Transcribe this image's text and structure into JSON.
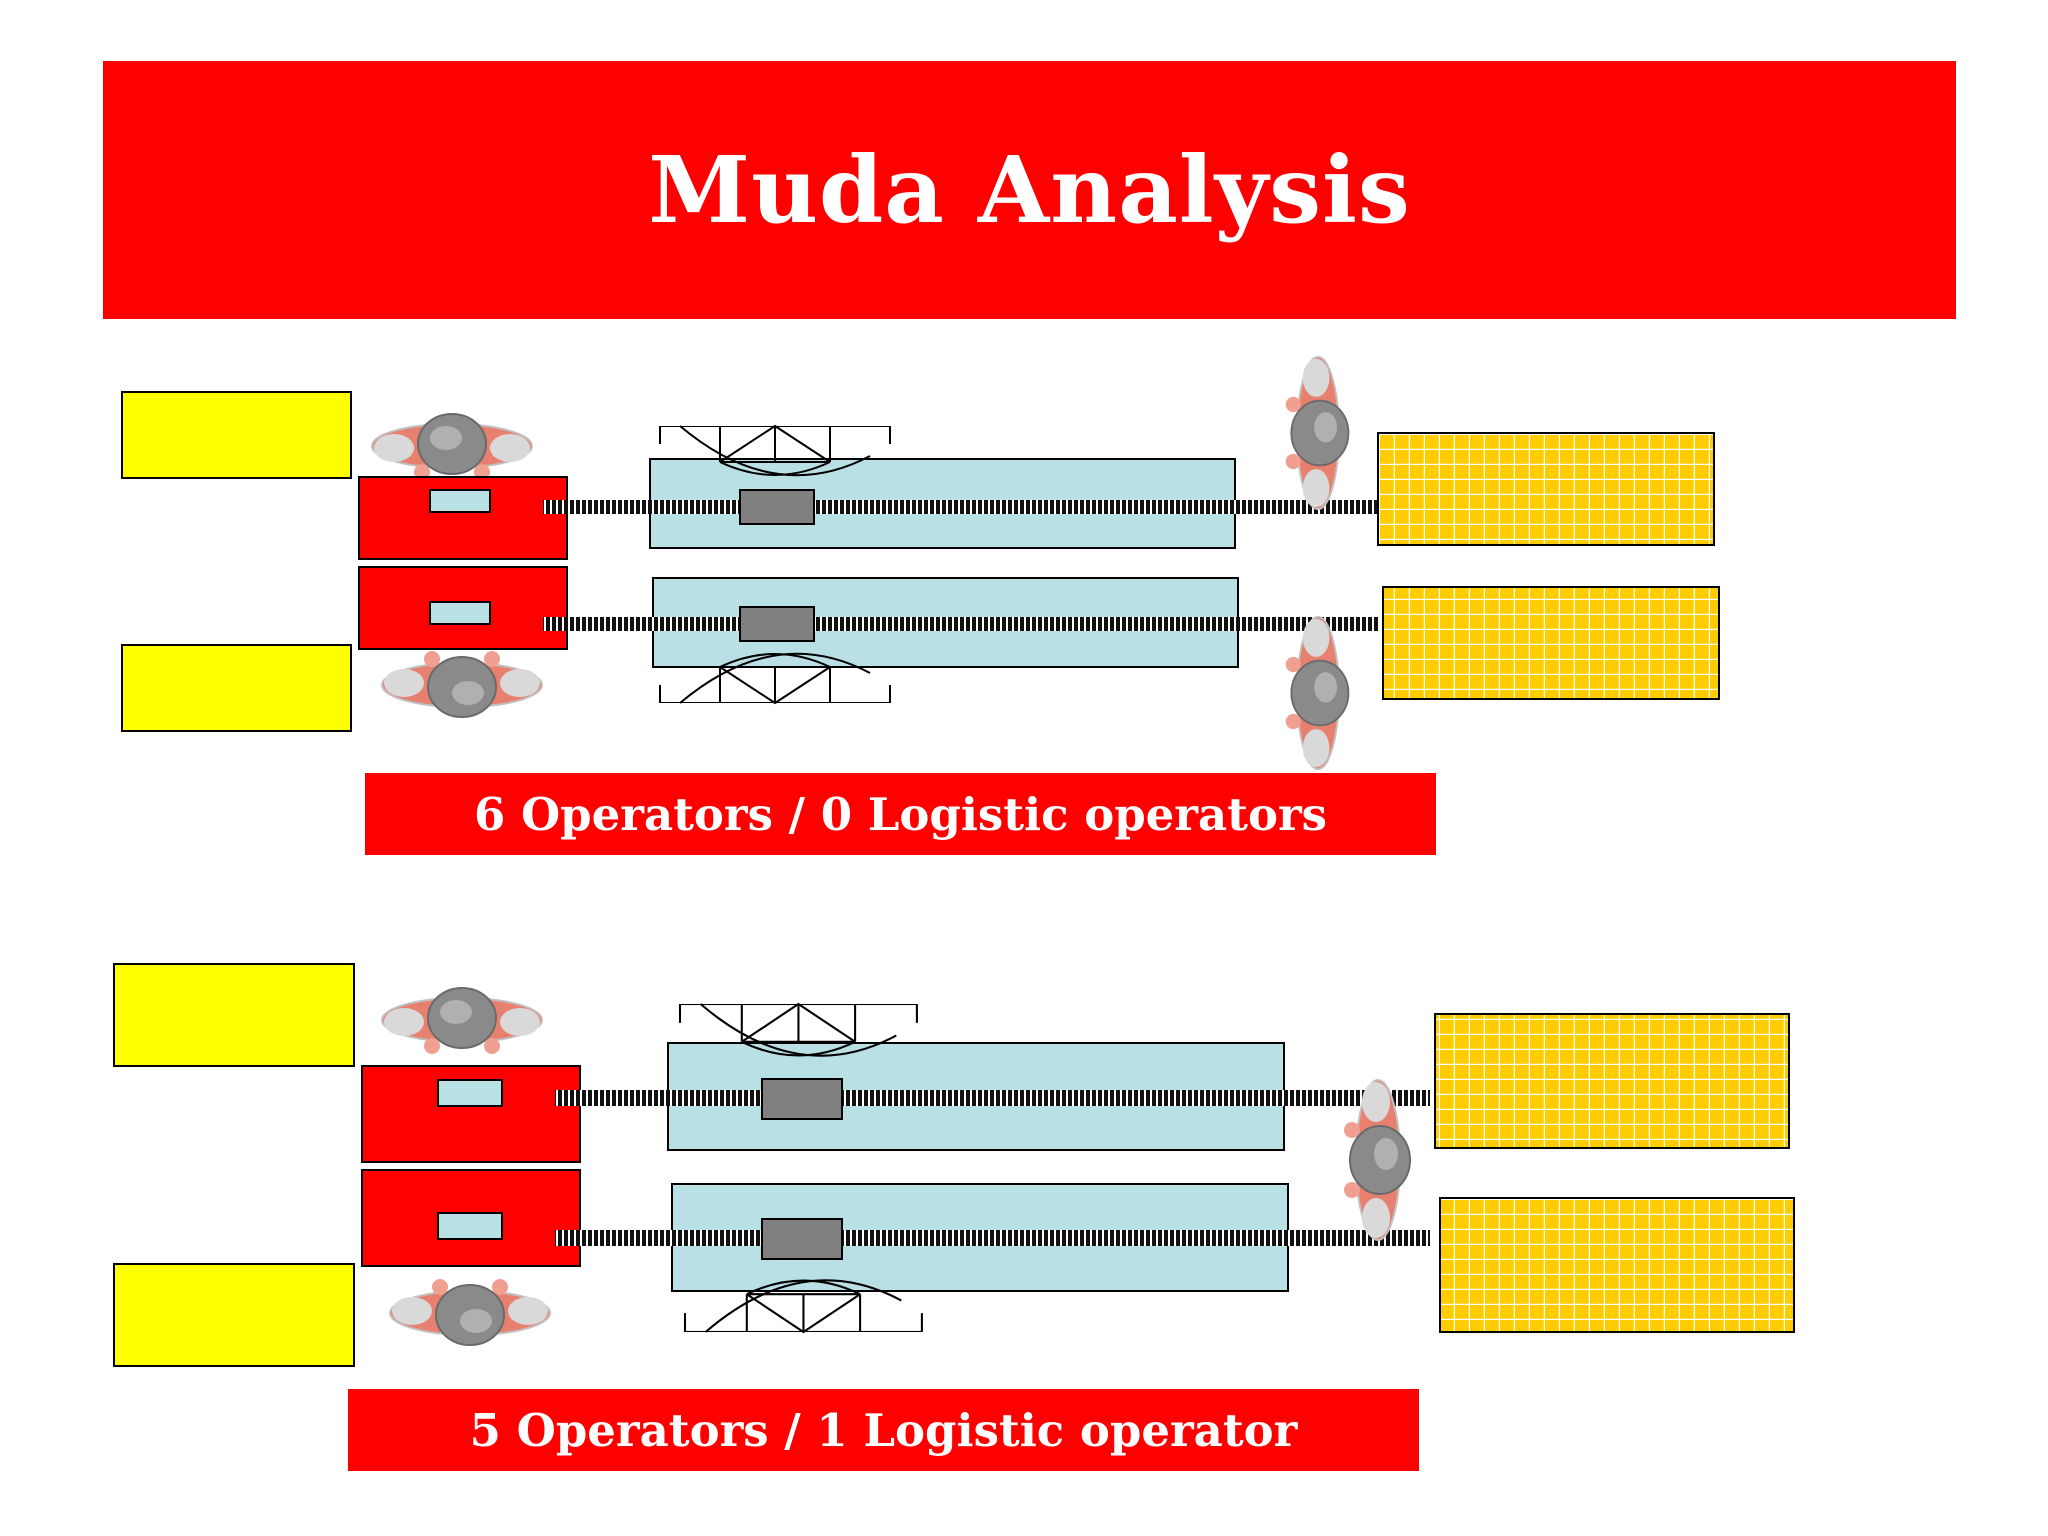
{
  "title": "Muda Analysis",
  "layouts": [
    {
      "caption": "6 Operators / 0 Logistic operators",
      "operators": 6,
      "logistic_operators": 0
    },
    {
      "caption": "5 Operators / 1 Logistic operator",
      "operators": 5,
      "logistic_operators": 1
    }
  ],
  "colors": {
    "banner": "#ff0000",
    "station": "#ff0000",
    "material_box": "#ffff00",
    "rack": "#ffcc00",
    "conveyor_bed": "#b9e0e4",
    "carriage": "#808080",
    "operator_head": "#8a8a8a",
    "operator_body": "#e88070"
  }
}
